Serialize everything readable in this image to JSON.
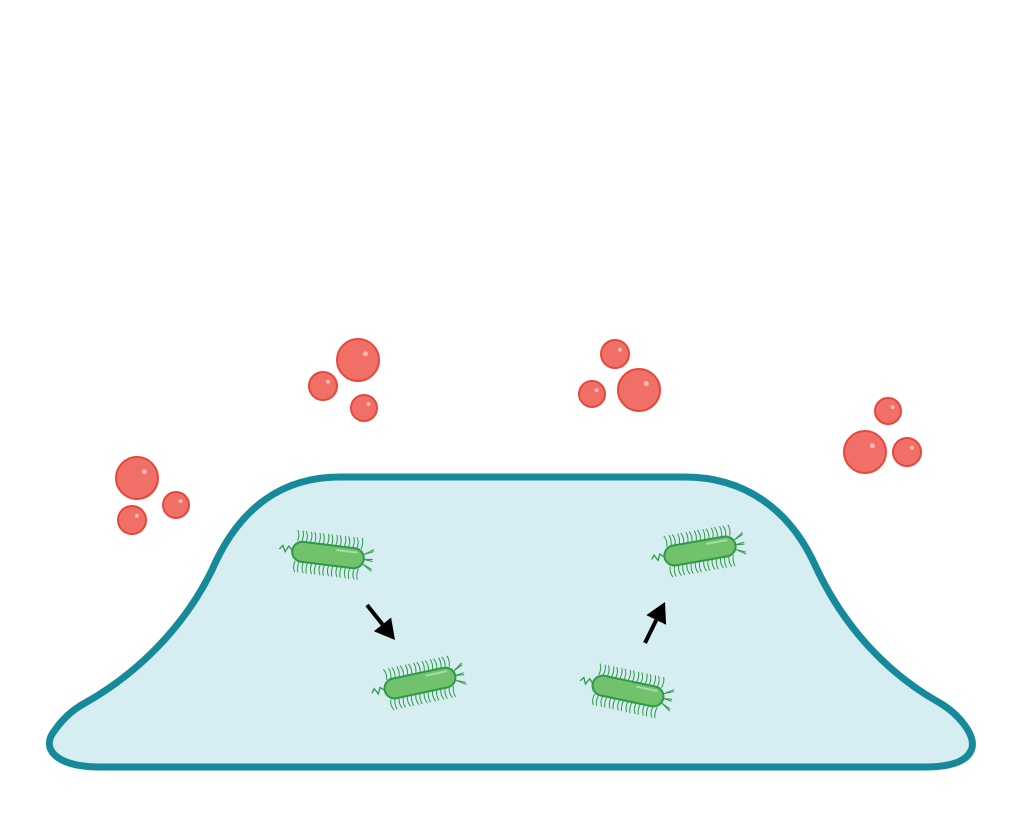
{
  "colors": {
    "background": "#ffffff",
    "liquid_fill": "#d6edf1",
    "liquid_stroke": "#168a9a",
    "bubble_fill": "#f07068",
    "bubble_stroke": "#e8463a",
    "bacteria_fill": "#72c26d",
    "bacteria_stroke": "#2e9a45",
    "arrow": "#000000"
  },
  "counts": {
    "bubble_clusters": 4,
    "bubbles_per_cluster": 3,
    "bacteria": 4,
    "arrows": 2
  }
}
